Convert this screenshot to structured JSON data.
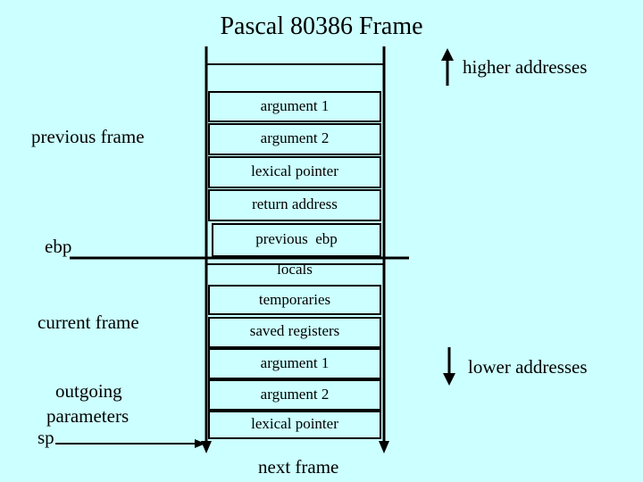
{
  "title": "Pascal 80386 Frame",
  "direction": {
    "higher": "higher addresses",
    "lower": "lower addresses"
  },
  "side_labels": {
    "previous_frame": "previous frame",
    "ebp": "ebp",
    "current_frame": "current frame",
    "outgoing_line1": "outgoing",
    "outgoing_line2": "parameters",
    "sp": "sp",
    "next_frame": "next frame"
  },
  "cells": [
    "argument 1",
    "argument 2",
    "lexical pointer",
    "return address",
    "previous  ebp",
    "locals",
    "temporaries",
    "saved registers",
    "argument 1",
    "argument 2",
    "lexical pointer"
  ],
  "colors": {
    "background": "#ccffff",
    "ink": "#000000"
  }
}
